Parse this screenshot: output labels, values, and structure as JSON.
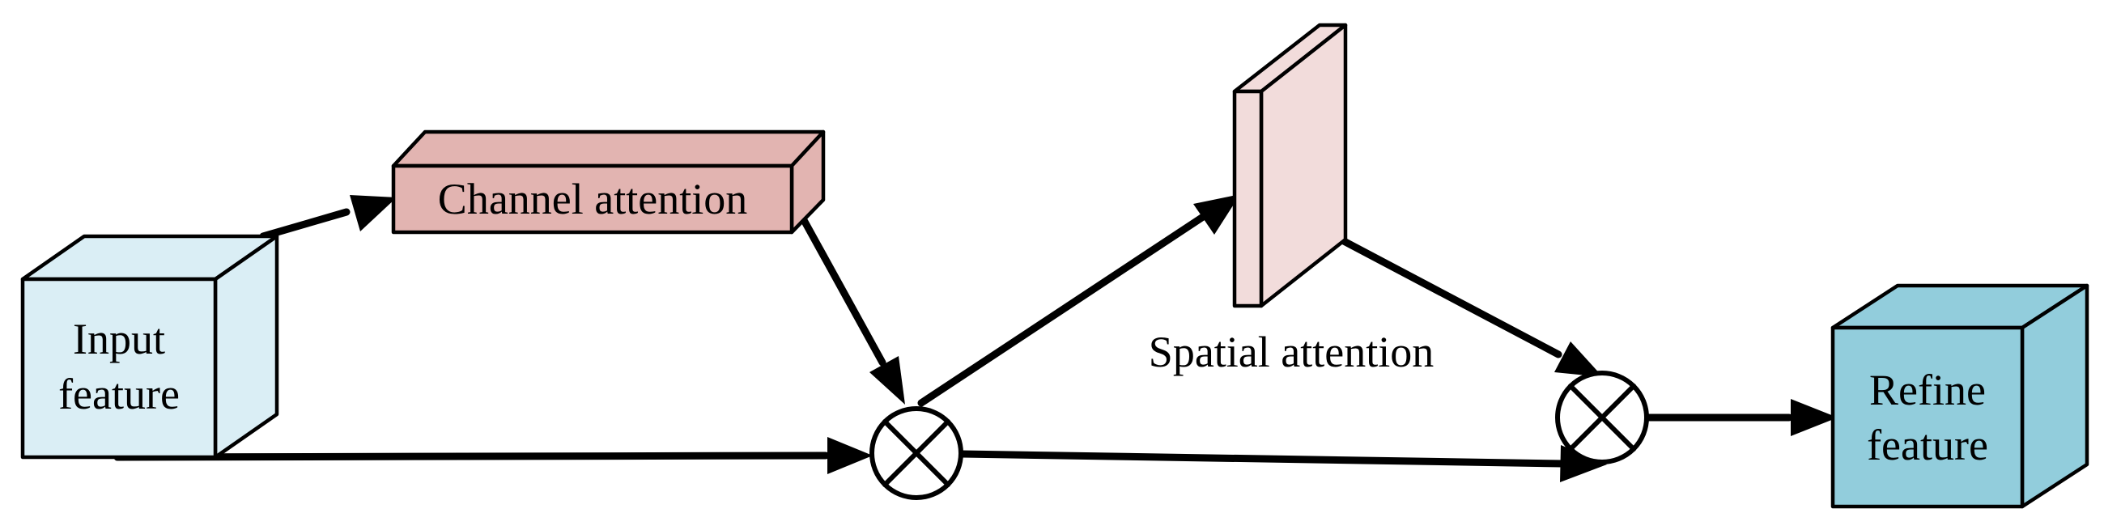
{
  "nodes": {
    "input_feature": {
      "line1": "Input",
      "line2": "feature",
      "colors": {
        "front": "#daeef5",
        "top": "#daeef5",
        "side": "#daeef5"
      }
    },
    "channel_attention": {
      "label": "Channel attention",
      "colors": {
        "front": "#e2b4b1",
        "top": "#e2b4b1",
        "side": "#e2b4b1"
      }
    },
    "spatial_attention": {
      "label": "Spatial attention",
      "colors": {
        "front": "#f2dcdb",
        "top": "#f2dcdb",
        "side": "#f2dcdb"
      }
    },
    "refine_feature": {
      "line1": "Refine",
      "line2": "feature",
      "colors": {
        "front": "#92cddc",
        "top": "#92cddc",
        "side": "#92cddc"
      }
    }
  },
  "operators": [
    {
      "id": "multiply-1",
      "symbol": "element-wise-multiply-icon"
    },
    {
      "id": "multiply-2",
      "symbol": "element-wise-multiply-icon"
    }
  ],
  "edges": [
    {
      "from": "input_feature",
      "to": "channel_attention"
    },
    {
      "from": "input_feature",
      "to": "multiply-1"
    },
    {
      "from": "channel_attention",
      "to": "multiply-1"
    },
    {
      "from": "multiply-1",
      "to": "spatial_attention"
    },
    {
      "from": "multiply-1",
      "to": "multiply-2"
    },
    {
      "from": "spatial_attention",
      "to": "multiply-2"
    },
    {
      "from": "multiply-2",
      "to": "refine_feature"
    }
  ]
}
